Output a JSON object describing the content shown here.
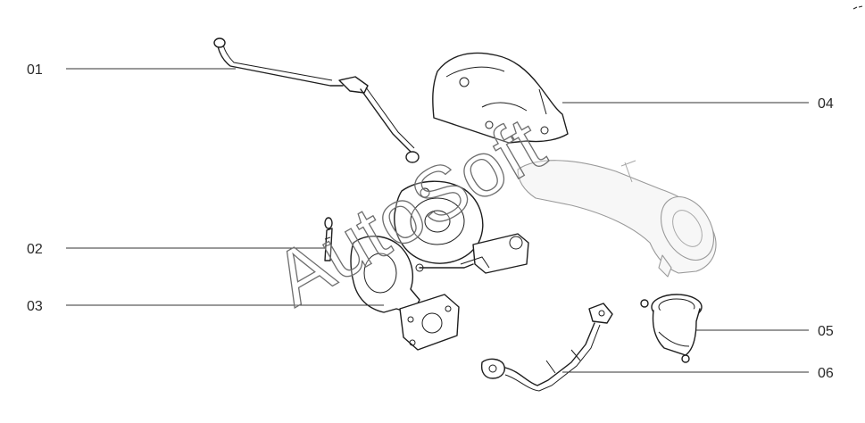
{
  "callouts": [
    {
      "id": "01",
      "label": "01"
    },
    {
      "id": "02",
      "label": "02"
    },
    {
      "id": "03",
      "label": "03"
    },
    {
      "id": "04",
      "label": "04"
    },
    {
      "id": "05",
      "label": "05"
    },
    {
      "id": "06",
      "label": "06"
    }
  ],
  "watermark": "AutoSoft",
  "colors": {
    "line": "#1e1e1e",
    "text": "#2a2a2a",
    "watermark_stroke": "#6e6e6e",
    "background": "#ffffff"
  }
}
